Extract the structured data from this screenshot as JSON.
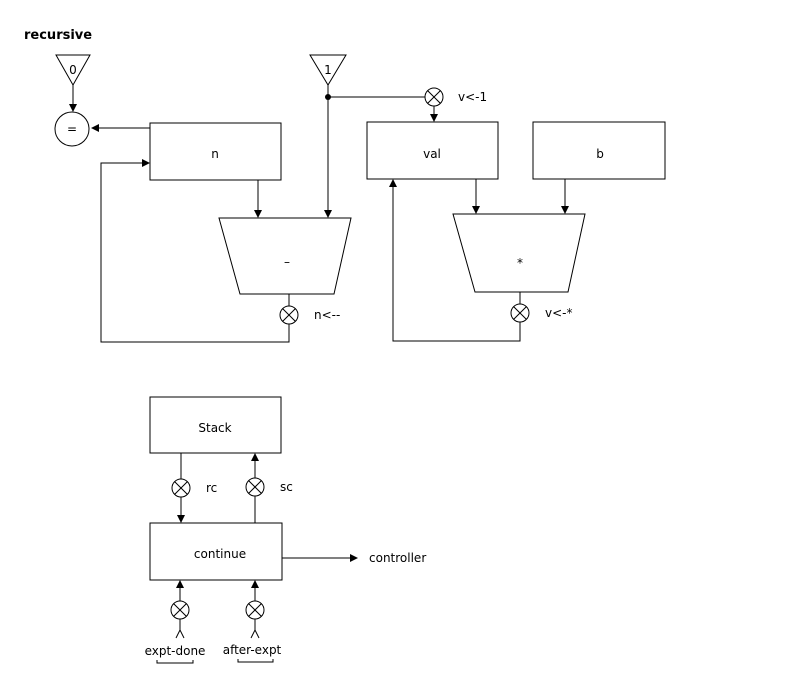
{
  "title": "recursive",
  "constants": {
    "zero": "0",
    "one": "1"
  },
  "test": {
    "equals": "="
  },
  "registers": {
    "n": "n",
    "val": "val",
    "b": "b",
    "stack": "Stack",
    "continue": "continue"
  },
  "operations": {
    "minus": "–",
    "times": "*"
  },
  "buttons": {
    "v_assign_1": "v<-1",
    "n_assign_minus": "n<--",
    "v_assign_times": "v<-*",
    "rc": "rc",
    "sc": "sc"
  },
  "controller_label": "controller",
  "inputs": {
    "expt_done": "expt-done",
    "after_expt": "after-expt"
  }
}
